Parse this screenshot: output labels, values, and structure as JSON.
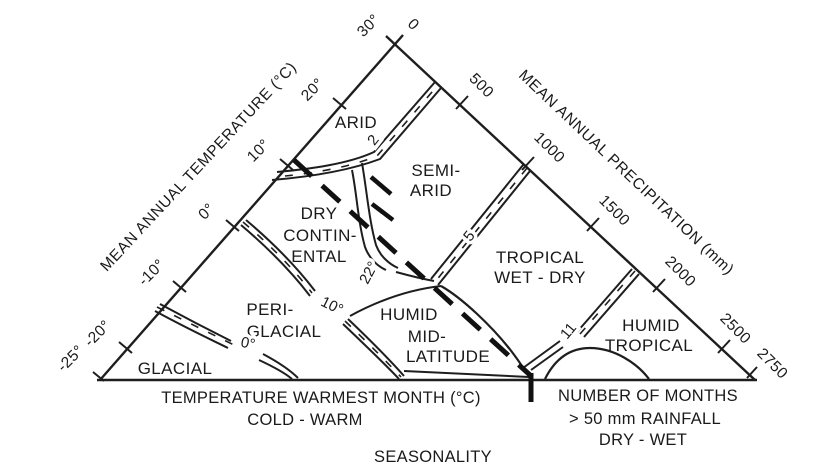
{
  "colors": {
    "ink": "#1e1e1e",
    "paper": "#ffffff"
  },
  "axes": {
    "left": {
      "title": "MEAN ANNUAL TEMPERATURE (°C)",
      "ticks": [
        "30°",
        "20°",
        "10°",
        "0°",
        "-10°",
        "-20°",
        "-25°"
      ]
    },
    "right": {
      "title": "MEAN ANNUAL PRECIPITATION (mm)",
      "ticks": [
        "0",
        "500",
        "1000",
        "1500",
        "2000",
        "2500",
        "2750"
      ]
    }
  },
  "regions": {
    "arid": "ARID",
    "semi_arid": [
      "SEMI-",
      "ARID"
    ],
    "dry_continental": [
      "DRY",
      "CONTIN-",
      "ENTAL"
    ],
    "periglacial": [
      "PERI-",
      "GLACIAL"
    ],
    "glacial": "GLACIAL",
    "humid_mid_latitude": [
      "HUMID",
      "MID-",
      "LATITUDE"
    ],
    "tropical_wet_dry": [
      "TROPICAL",
      "WET - DRY"
    ],
    "humid_tropical": [
      "HUMID",
      "TROPICAL"
    ]
  },
  "isolines": {
    "months_2": "2",
    "months_5": "5",
    "months_11": "11",
    "temp_22": "22°",
    "temp_10": "10°",
    "temp_0": "0°"
  },
  "footer": {
    "bottom_axis_title": "TEMPERATURE WARMEST MONTH (°C)",
    "bottom_axis_range": "COLD - WARM",
    "months_axis_title": "NUMBER OF MONTHS",
    "months_axis_sub": "> 50 mm RAINFALL",
    "months_axis_range": "DRY - WET",
    "seasonality_label": "SEASONALITY"
  }
}
